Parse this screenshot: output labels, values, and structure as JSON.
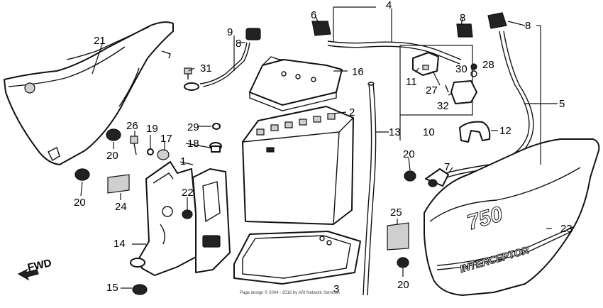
{
  "labels": {
    "n1": "1",
    "n2": "2",
    "n3": "3",
    "n4": "4",
    "n5": "5",
    "n6": "6",
    "n7": "7",
    "n8a": "8",
    "n8b": "8",
    "n8c": "8",
    "n9": "9",
    "n10": "10",
    "n11": "11",
    "n12": "12",
    "n13": "13",
    "n14": "14",
    "n15": "15",
    "n16": "16",
    "n17": "17",
    "n18": "18",
    "n19": "19",
    "n20a": "20",
    "n20b": "20",
    "n20c": "20",
    "n20d": "20",
    "n21": "21",
    "n22": "22",
    "n23": "23",
    "n24": "24",
    "n25": "25",
    "n26": "26",
    "n27": "27",
    "n28": "28",
    "n29": "29",
    "n30": "30",
    "n31": "31",
    "n32": "32"
  },
  "cover_logo": {
    "model": "750",
    "name": "INTERCEPTOR"
  },
  "fwd_label": "FWD",
  "footer": "Page design © 2004 - 2016 by ARI Network Services"
}
